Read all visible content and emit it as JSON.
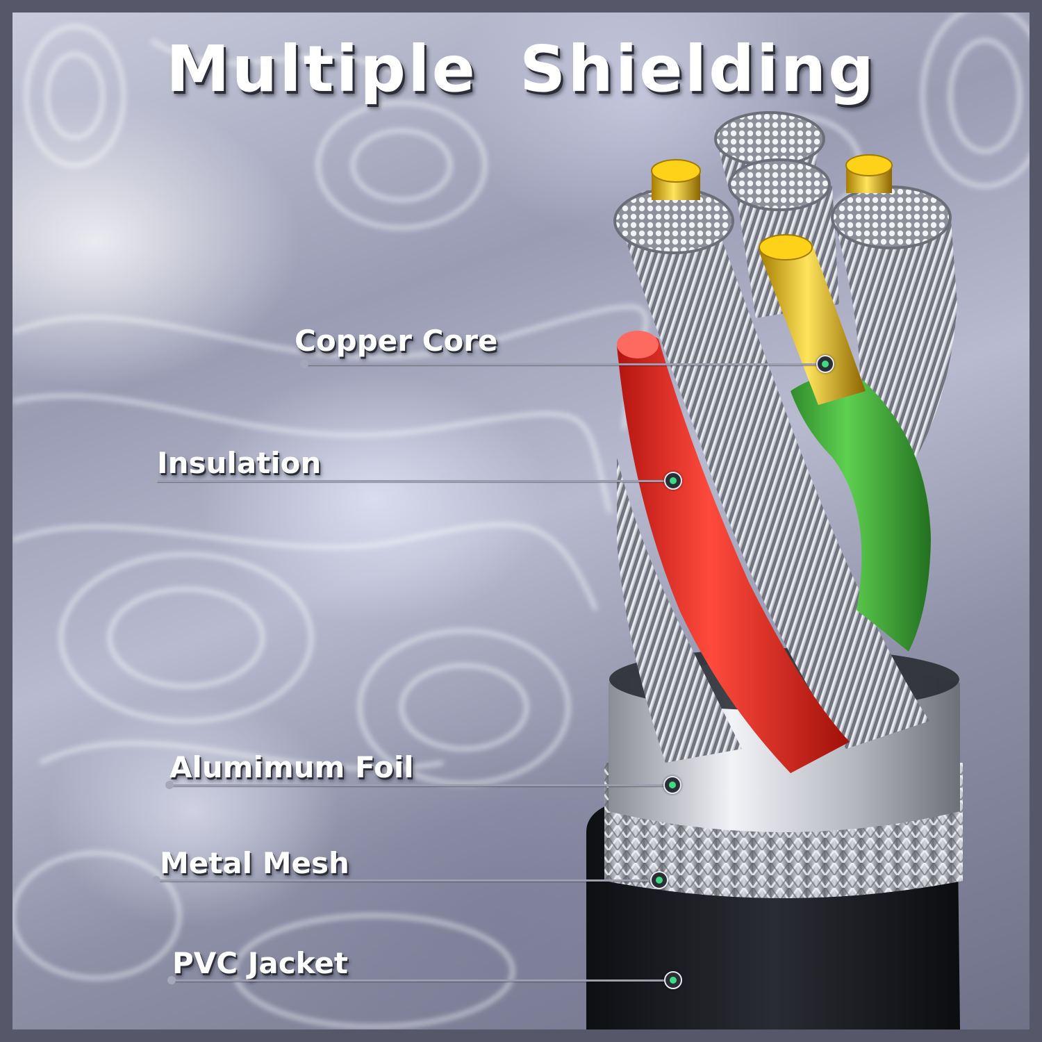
{
  "title": "Multiple  Shielding",
  "layers": [
    {
      "label": "Copper Core"
    },
    {
      "label": "Insulation"
    },
    {
      "label": "Alumimum Foil"
    },
    {
      "label": "Metal Mesh"
    },
    {
      "label": "PVC Jacket"
    }
  ],
  "colors": {
    "frame": "#565869",
    "copper_core": "#e0b81a",
    "insulation_red": "#e02a22",
    "insulation_green": "#3aa63a",
    "strand_silver": "#b9bcc6",
    "foil": "#c8cad2",
    "jacket": "#1a1b20",
    "marker": "#3ddc84"
  }
}
